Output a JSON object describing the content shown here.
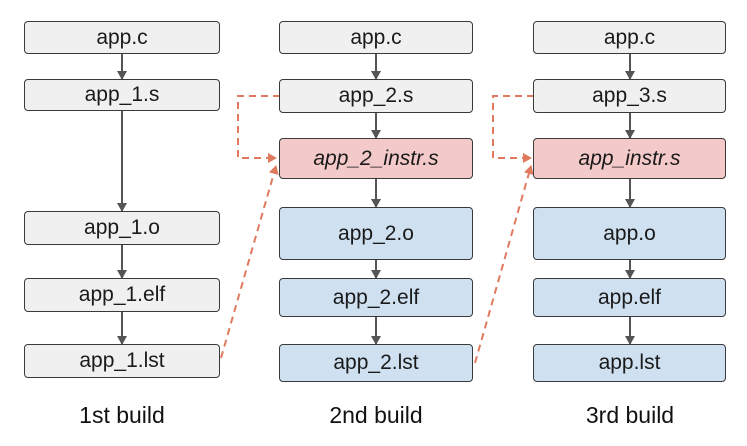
{
  "builds": [
    {
      "caption": "1st build",
      "boxes": [
        "app.c",
        "app_1.s",
        "app_1.o",
        "app_1.elf",
        "app_1.lst"
      ]
    },
    {
      "caption": "2nd build",
      "boxes": [
        "app.c",
        "app_2.s",
        "app_2_instr.s",
        "app_2.o",
        "app_2.elf",
        "app_2.lst"
      ]
    },
    {
      "caption": "3rd build",
      "boxes": [
        "app.c",
        "app_3.s",
        "app_instr.s",
        "app.o",
        "app.elf",
        "app.lst"
      ]
    }
  ],
  "colors": {
    "gray_fill": "#f0f0f0",
    "instr_fill": "#f3c9c9",
    "object_fill": "#cfe0f1",
    "arrow": "#555555",
    "feedback_arrow": "#e07a5f"
  }
}
